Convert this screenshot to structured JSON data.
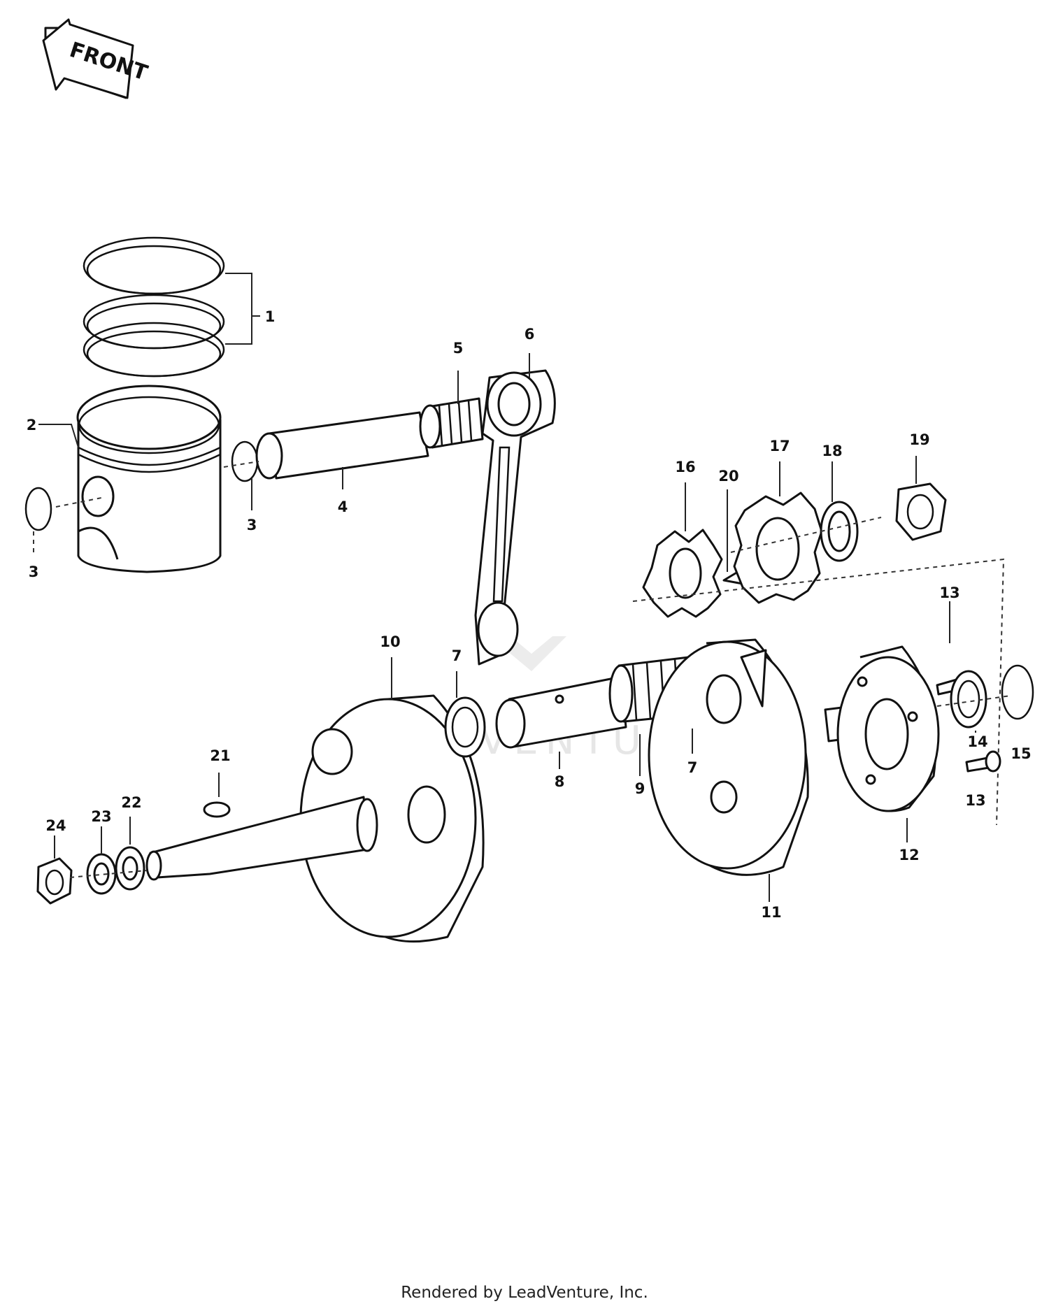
{
  "front_arrow": {
    "label": "FRONT"
  },
  "callouts": {
    "c1": "1",
    "c2": "2",
    "c3a": "3",
    "c3b": "3",
    "c4": "4",
    "c5": "5",
    "c6": "6",
    "c7a": "7",
    "c7b": "7",
    "c8": "8",
    "c9": "9",
    "c10": "10",
    "c11": "11",
    "c12": "12",
    "c13a": "13",
    "c13b": "13",
    "c14": "14",
    "c15": "15",
    "c16": "16",
    "c17": "17",
    "c18": "18",
    "c19": "19",
    "c20": "20",
    "c21": "21",
    "c22": "22",
    "c23": "23",
    "c24": "24"
  },
  "watermark": "LEADVENTURE",
  "footer": "Rendered by LeadVenture, Inc."
}
